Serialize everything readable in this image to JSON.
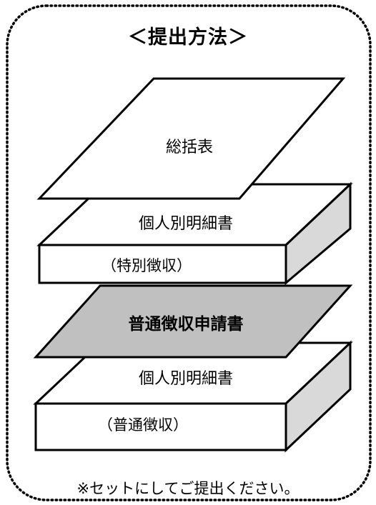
{
  "title": "＜提出方法＞",
  "layers": {
    "sogatsu": "総括表",
    "kojin_tokubetsu_line1": "個人別明細書",
    "kojin_tokubetsu_line2": "（特別徴収）",
    "futsu_shinsei": "普通徴収申請書",
    "kojin_futsu_line1": "個人別明細書",
    "kojin_futsu_line2": "（普通徴収）"
  },
  "note": "※セットにしてご提出ください。",
  "colors": {
    "border": "#000000",
    "layer_fill": "#ffffff",
    "shaded_layer": "#c0c0c0",
    "box_side": "#d9d9d9"
  }
}
